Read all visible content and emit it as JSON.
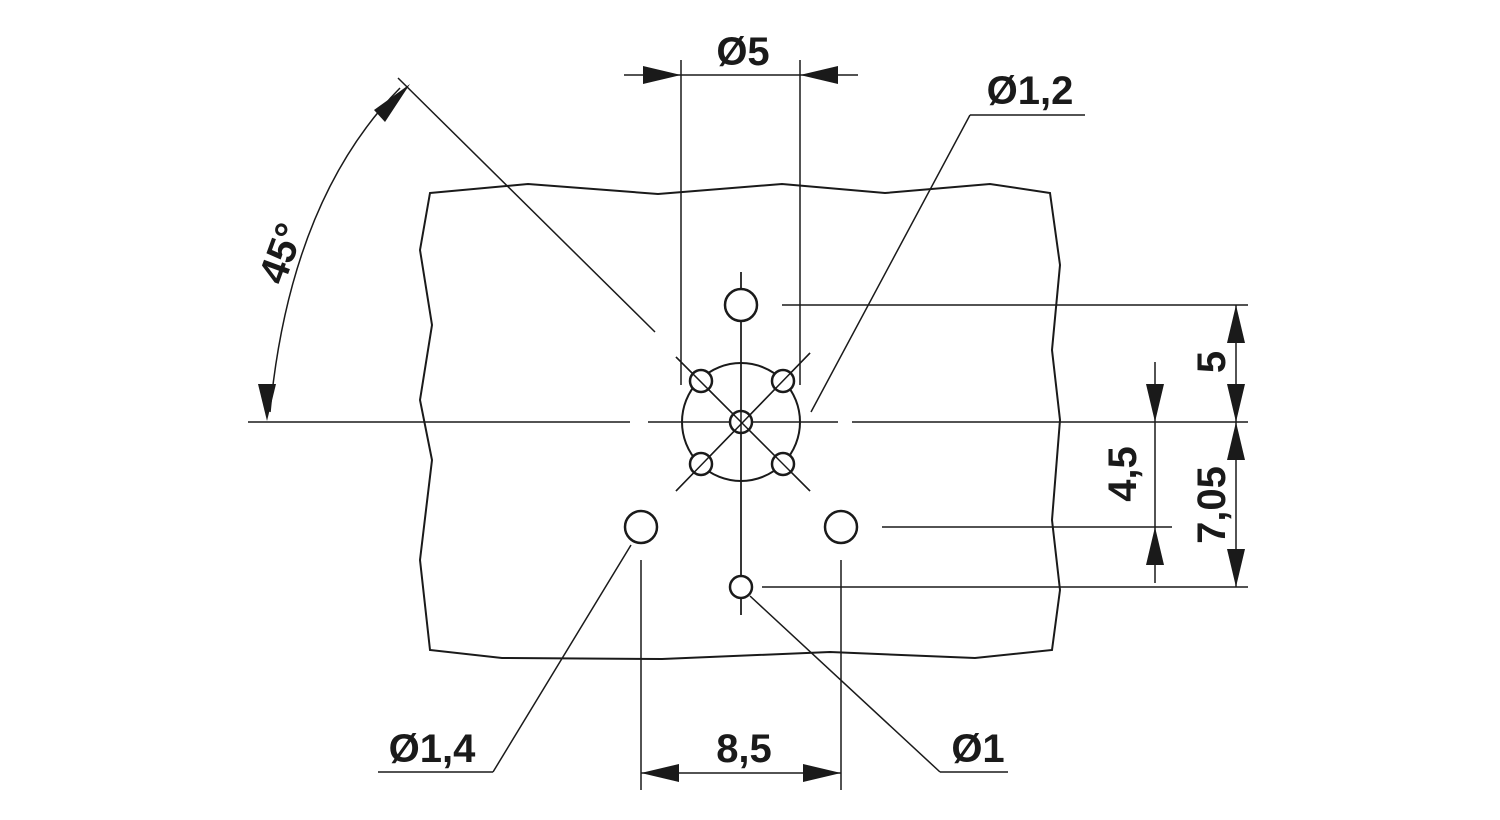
{
  "drawing": {
    "line_color": "#1a1a1a",
    "background": "#ffffff",
    "labels": {
      "angle": "45°",
      "dia_outer_circle": "Ø5",
      "dia_contact_holes": "Ø1,2",
      "dia_side_holes": "Ø1,4",
      "dia_bottom_hole": "Ø1",
      "horizontal_spacing": "8,5",
      "top_offset": "5",
      "side_offset": "4,5",
      "bottom_offset": "7,05"
    }
  }
}
